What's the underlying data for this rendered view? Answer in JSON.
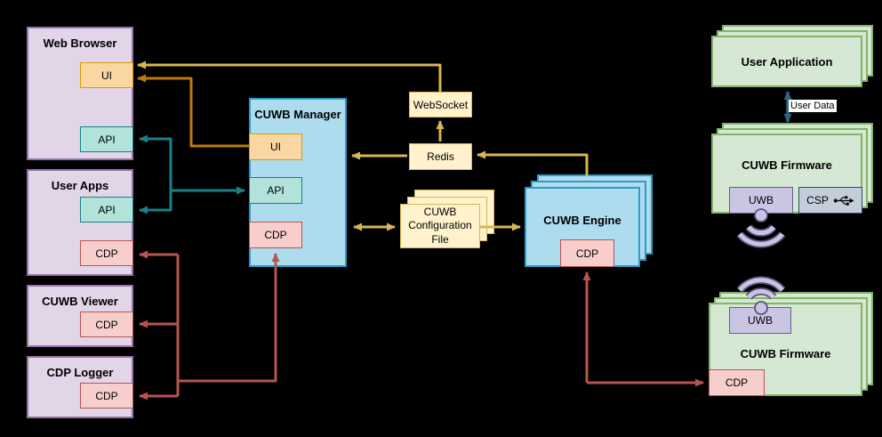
{
  "nodes": {
    "web_browser": {
      "title": "Web Browser",
      "ui_label": "UI",
      "api_label": "API"
    },
    "user_apps": {
      "title": "User Apps",
      "api_label": "API",
      "cdp_label": "CDP"
    },
    "cuwb_viewer": {
      "title": "CUWB Viewer",
      "cdp_label": "CDP"
    },
    "cdp_logger": {
      "title": "CDP Logger",
      "cdp_label": "CDP"
    },
    "cuwb_manager": {
      "title": "CUWB Manager",
      "ui_label": "UI",
      "api_label": "API",
      "cdp_label": "CDP"
    },
    "websocket": {
      "label": "WebSocket"
    },
    "redis": {
      "label": "Redis"
    },
    "config_file": {
      "label": "CUWB Configuration File"
    },
    "cuwb_engine": {
      "title": "CUWB Engine",
      "cdp_label": "CDP"
    },
    "user_application": {
      "title": "User Application"
    },
    "firmware_top": {
      "title": "CUWB Firmware",
      "uwb_label": "UWB",
      "csp_label": "CSP"
    },
    "firmware_bottom": {
      "title": "CUWB Firmware",
      "uwb_label": "UWB",
      "cdp_label": "CDP"
    }
  },
  "edge_labels": {
    "user_data": "User Data"
  },
  "colors": {
    "background": "#000000",
    "purple_fill": "#E1D5E7",
    "purple_stroke": "#9673A6",
    "blue_fill": "#AEDCEF",
    "blue_stroke": "#2E9BC7",
    "yellow_fill": "#FFF2CC",
    "yellow_stroke": "#D6B656",
    "orange_fill": "#FAD7A2",
    "orange_stroke": "#D79B00",
    "teal_fill": "#B2E3DA",
    "teal_stroke": "#17808A",
    "pink_fill": "#F8CECC",
    "pink_stroke": "#B85450",
    "green_fill": "#D5E8D4",
    "green_stroke": "#82B366",
    "lavender_fill": "#CBC5E4",
    "lavender_stroke": "#655E91",
    "slate_fill": "#C3CEDA",
    "slate_stroke": "#2E4B66",
    "arrow_gold": "#D5B556",
    "arrow_orange": "#C1790B",
    "arrow_teal": "#17808A",
    "arrow_red": "#B85450",
    "arrow_blue": "#33617F",
    "wifi_light": "#C9C3E4",
    "wifi_dark": "#5A537E"
  }
}
